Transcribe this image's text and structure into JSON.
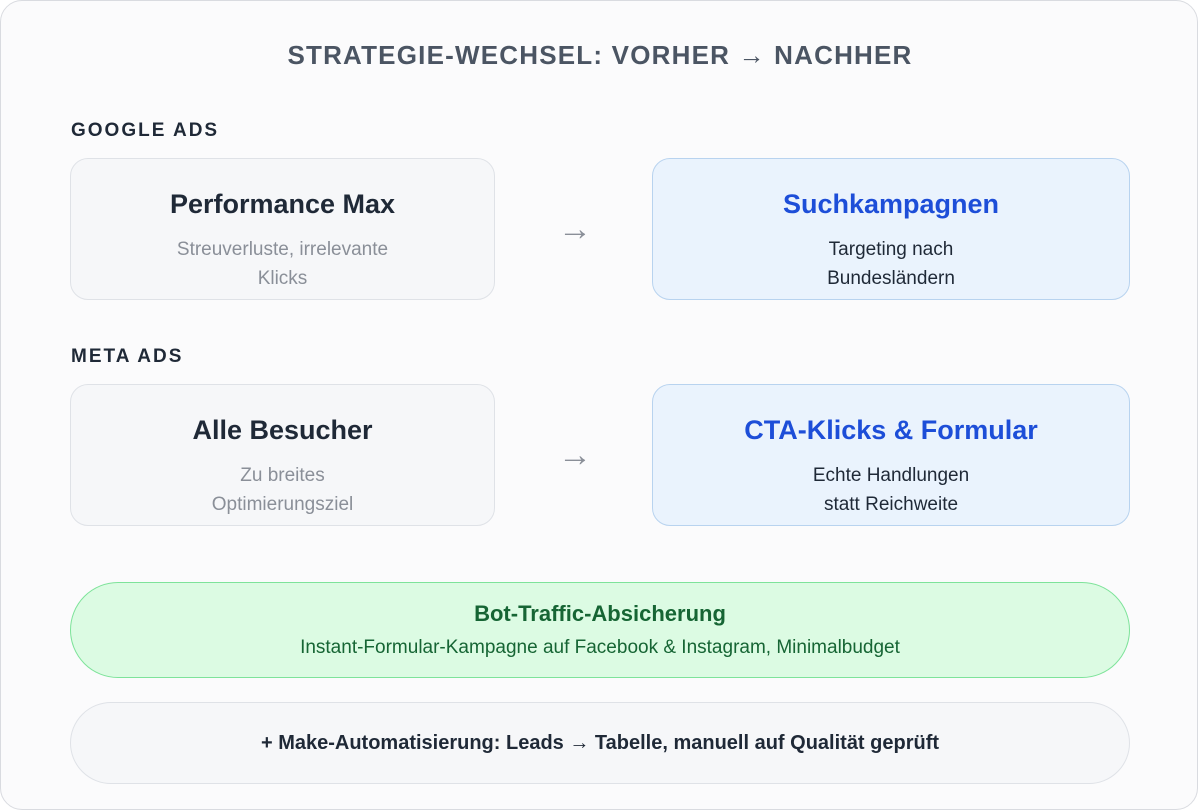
{
  "title": "STRATEGIE-WECHSEL: VORHER → NACHHER",
  "sections": [
    {
      "label": "GOOGLE ADS",
      "before": {
        "title": "Performance Max",
        "desc_lines": [
          "Streuverluste, irrelevante",
          "Klicks"
        ]
      },
      "arrow": "→",
      "after": {
        "title": "Suchkampagnen",
        "desc_lines": [
          "Targeting nach",
          "Bundesländern"
        ]
      }
    },
    {
      "label": "META ADS",
      "before": {
        "title": "Alle Besucher",
        "desc_lines": [
          "Zu breites",
          "Optimierungsziel"
        ]
      },
      "arrow": "→",
      "after": {
        "title": "CTA-Klicks & Formular",
        "desc_lines": [
          "Echte Handlungen",
          "statt Reichweite"
        ]
      }
    }
  ],
  "bot_protection": {
    "title": "Bot-Traffic-Absicherung",
    "desc": "Instant-Formular-Kampagne auf Facebook & Instagram, Minimalbudget"
  },
  "automation": {
    "text": "+ Make-Automatisierung: Leads → Tabelle, manuell auf Qualität geprüft"
  },
  "colors": {
    "before_fill": "#f6f7f9",
    "after_fill": "#eaf3fd",
    "after_title": "#1d4ed8",
    "green_fill": "#dcfbe3",
    "green_text": "#166534"
  }
}
